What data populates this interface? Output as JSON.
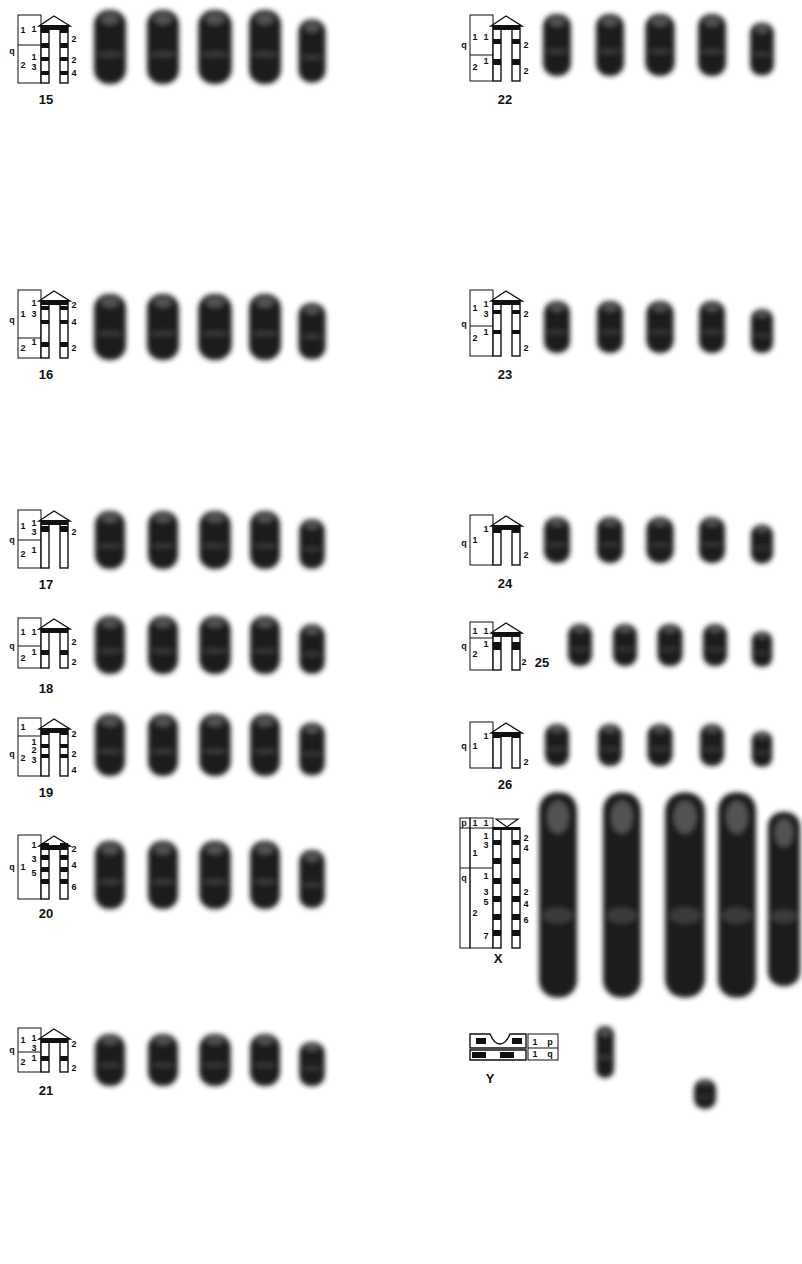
{
  "diagram": {
    "labels": [
      "q",
      "1",
      "1",
      "2",
      "1",
      "3",
      "2",
      "2",
      "4",
      "15",
      "q",
      "1",
      "1",
      "2",
      "1",
      "2",
      "2",
      "22",
      "q",
      "1",
      "1",
      "3",
      "2",
      "1",
      "2",
      "4",
      "2",
      "16",
      "q",
      "1",
      "1",
      "3",
      "2",
      "1",
      "2",
      "2",
      "23",
      "q",
      "1",
      "1",
      "3",
      "2",
      "1",
      "2",
      "17",
      "q",
      "1",
      "1",
      "2",
      "24",
      "q",
      "1",
      "1",
      "2",
      "1",
      "2",
      "2",
      "18",
      "q",
      "1",
      "1",
      "2",
      "1",
      "2",
      "25",
      "q",
      "1",
      "2",
      "1",
      "2",
      "3",
      "2",
      "2",
      "4",
      "19",
      "q",
      "1",
      "1",
      "2",
      "26",
      "q",
      "1",
      "1",
      "3",
      "5",
      "2",
      "4",
      "6",
      "20",
      "p",
      "1",
      "1",
      "q",
      "1",
      "1",
      "3",
      "2",
      "1",
      "3",
      "5",
      "7",
      "2",
      "4",
      "2",
      "4",
      "6",
      "X",
      "q",
      "1",
      "1",
      "3",
      "2",
      "1",
      "2",
      "2",
      "21",
      "1",
      "p",
      "1",
      "q",
      "Y"
    ]
  }
}
